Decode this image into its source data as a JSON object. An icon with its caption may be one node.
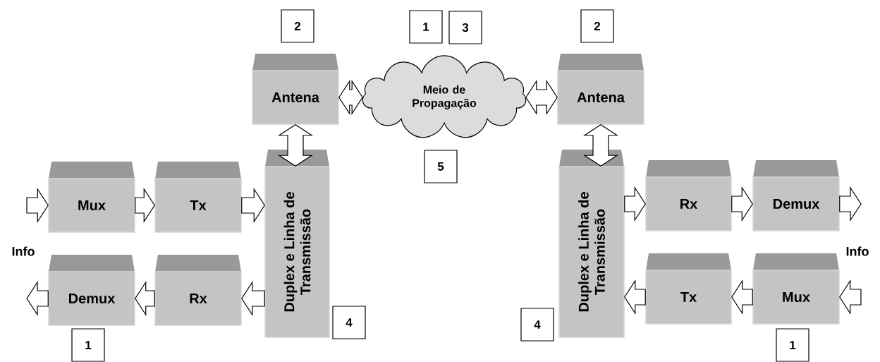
{
  "diagram": {
    "nodes": [
      {
        "text": [
          "2"
        ]
      },
      {
        "text": [
          "1"
        ]
      },
      {
        "text": [
          "3"
        ]
      },
      {
        "text": [
          "2"
        ]
      },
      {
        "text": [
          "Antena"
        ]
      },
      {
        "text": [
          "Meio de Propagação"
        ]
      },
      {
        "text": [
          "Antena"
        ]
      },
      {
        "text": [
          "5"
        ]
      },
      {
        "text": [
          "Duplex e Linha de Transmissão"
        ]
      },
      {
        "text": [
          "Duplex e Linha de Transmissão"
        ]
      },
      {
        "text": [
          "Mux"
        ]
      },
      {
        "text": [
          "Tx"
        ]
      },
      {
        "text": [
          "Rx"
        ]
      },
      {
        "text": [
          "Demux"
        ]
      },
      {
        "text": [
          "Demux"
        ]
      },
      {
        "text": [
          "Rx"
        ]
      },
      {
        "text": [
          "Tx"
        ]
      },
      {
        "text": [
          "Mux"
        ]
      },
      {
        "text": [
          "4"
        ]
      },
      {
        "text": [
          "4"
        ]
      },
      {
        "text": [
          "1"
        ]
      },
      {
        "text": [
          "1"
        ]
      }
    ],
    "edges": [
      {
        "from": null,
        "to": 10,
        "arrow": "to"
      },
      {
        "from": 10,
        "to": 11,
        "arrow": "to"
      },
      {
        "from": 11,
        "to": 8,
        "arrow": "to"
      },
      {
        "from": 8,
        "to": 15,
        "arrow": "to"
      },
      {
        "from": 15,
        "to": 14,
        "arrow": "to"
      },
      {
        "from": 14,
        "to": null,
        "arrow": "to"
      },
      {
        "from": 4,
        "to": 8,
        "arrow": "both"
      },
      {
        "from": 4,
        "to": 5,
        "arrow": "both"
      },
      {
        "from": 5,
        "to": 6,
        "arrow": "both"
      },
      {
        "from": 6,
        "to": 9,
        "arrow": "both"
      },
      {
        "from": 9,
        "to": 12,
        "arrow": "to"
      },
      {
        "from": 12,
        "to": 13,
        "arrow": "to"
      },
      {
        "from": 13,
        "to": null,
        "arrow": "to"
      },
      {
        "from": null,
        "to": 17,
        "arrow": "to"
      },
      {
        "from": 17,
        "to": 16,
        "arrow": "to"
      },
      {
        "from": 16,
        "to": 9,
        "arrow": "to"
      }
    ],
    "labels": [
      "Info",
      "Info"
    ]
  }
}
